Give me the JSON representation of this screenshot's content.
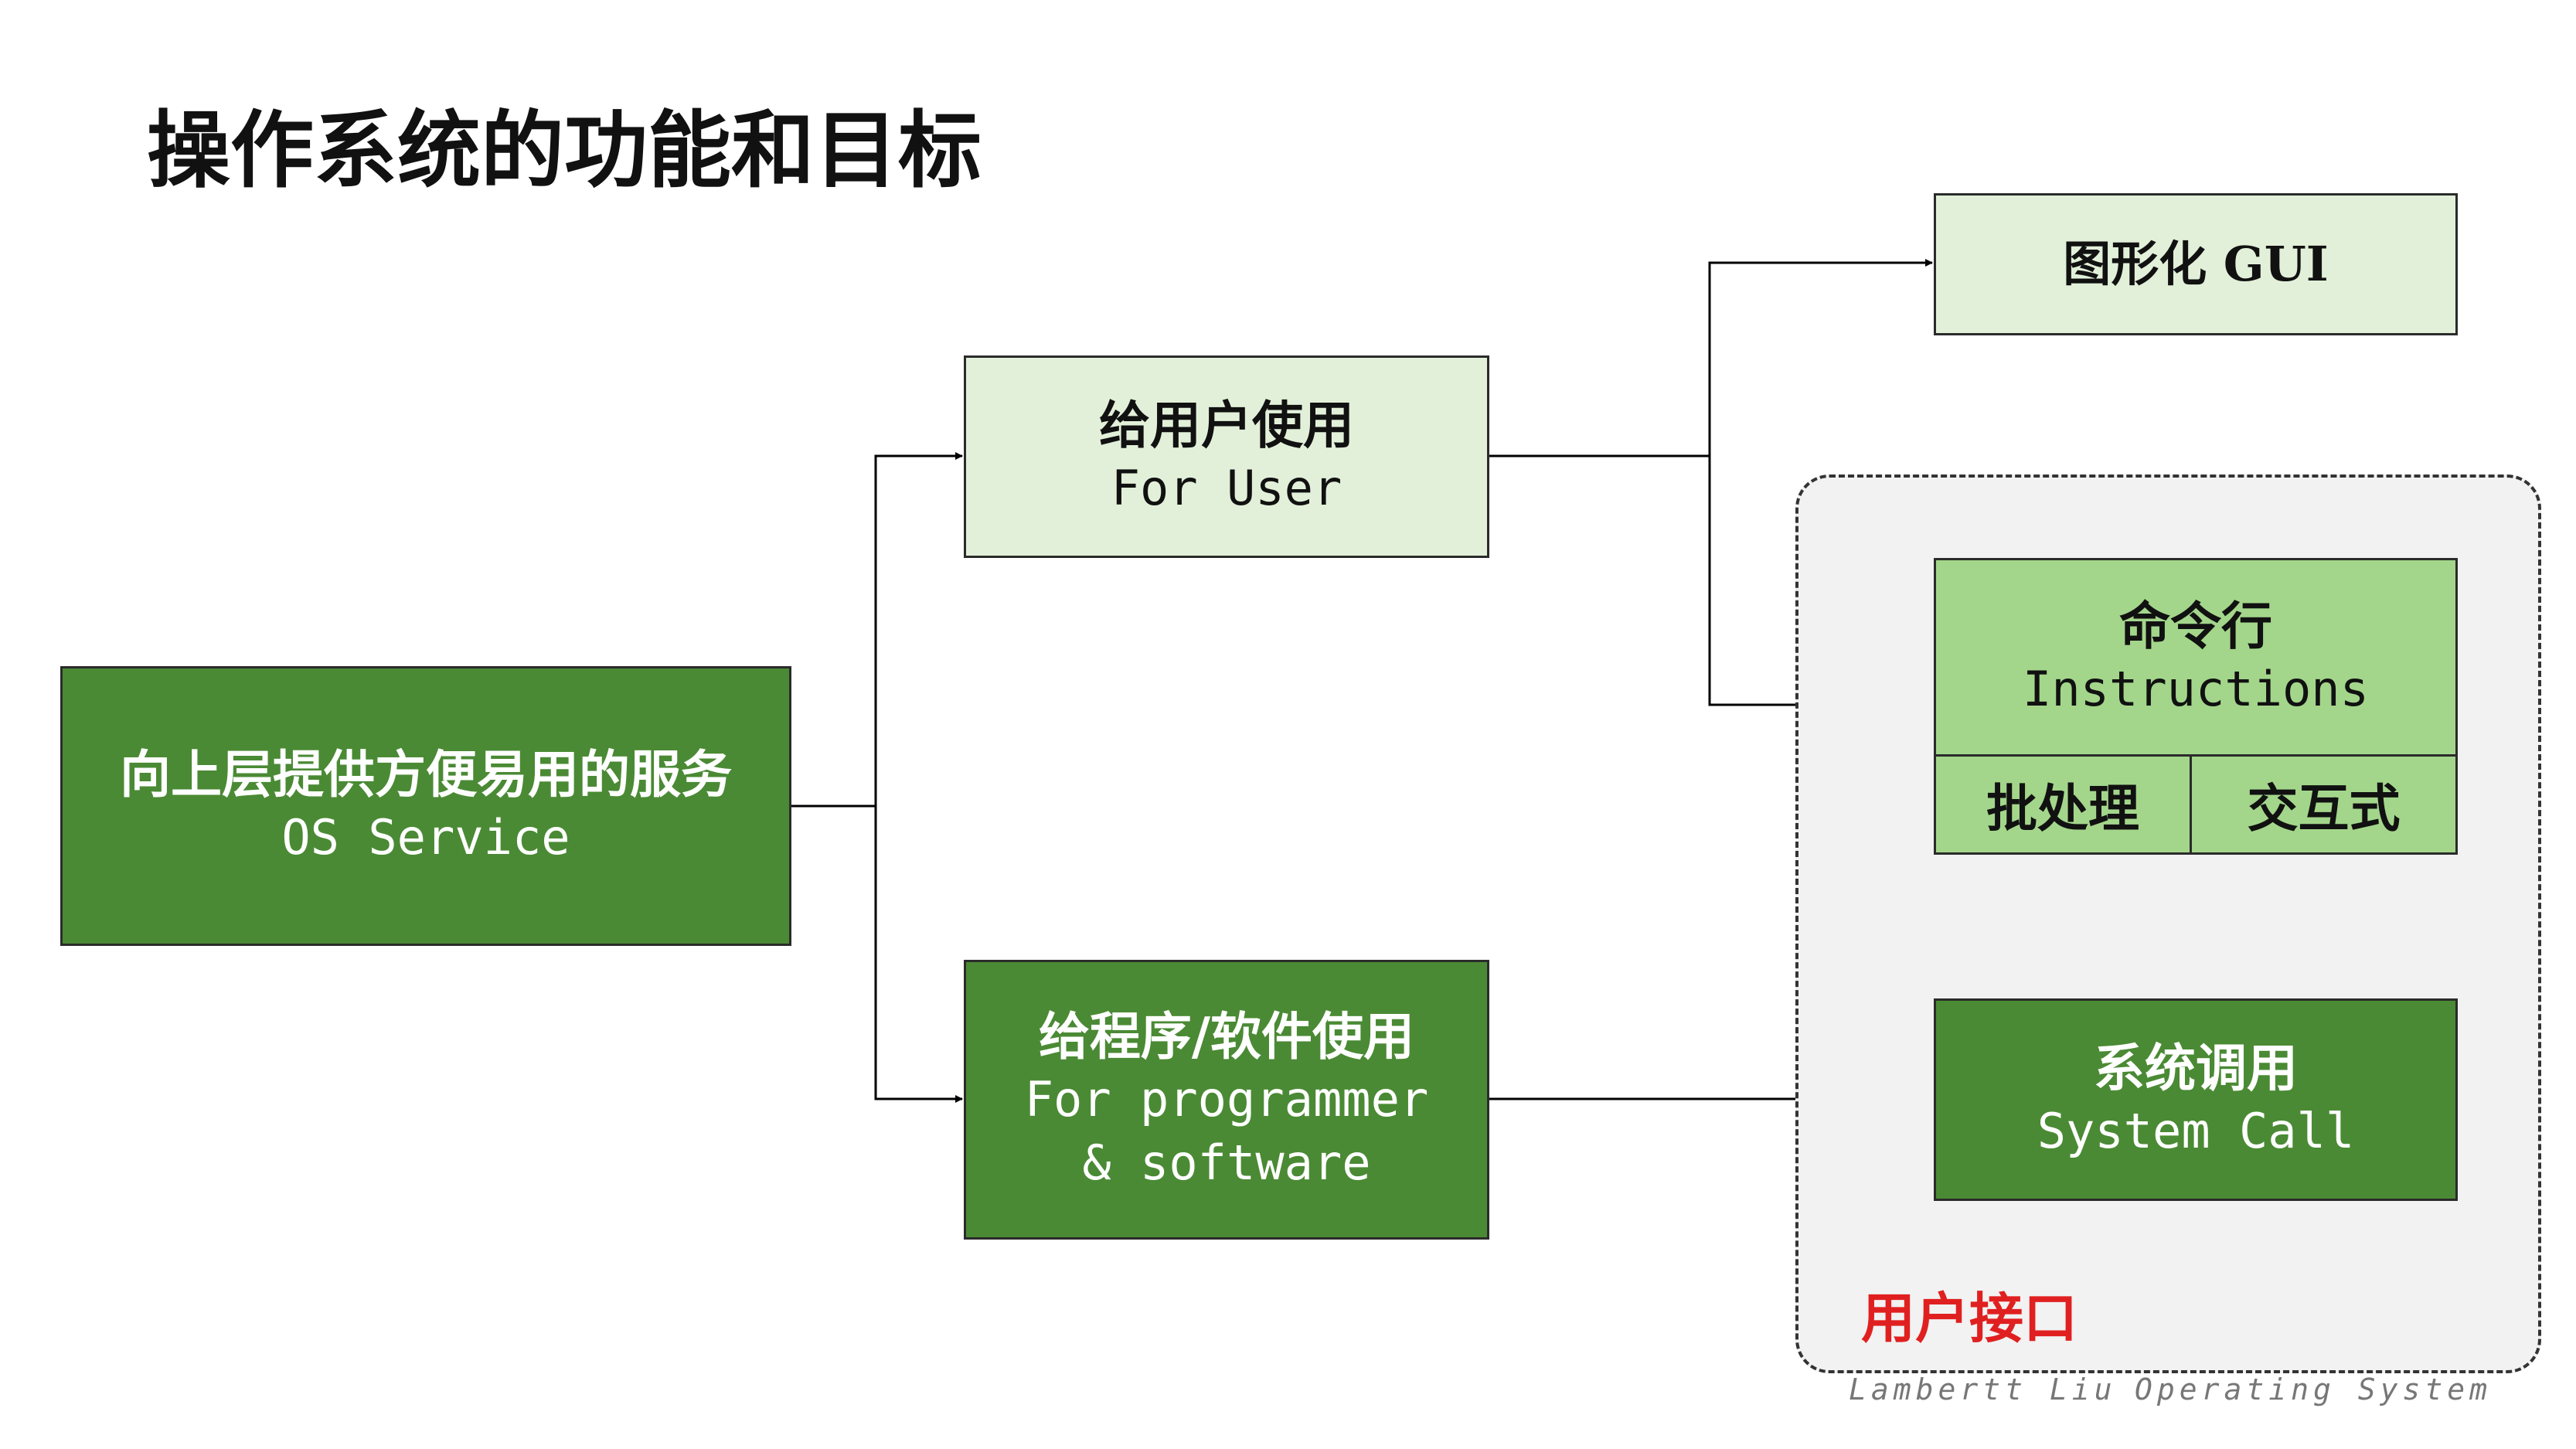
{
  "title": "操作系统的功能和目标",
  "nodes": {
    "os_service": {
      "cn": "向上层提供方便易用的服务",
      "en": "OS Service"
    },
    "for_user": {
      "cn": "给用户使用",
      "en": "For User"
    },
    "for_programmer": {
      "cn": "给程序/软件使用",
      "en1": "For programmer",
      "en2": "& software"
    },
    "gui": {
      "label": "图形化 GUI"
    },
    "instructions": {
      "cn": "命令行",
      "en": "Instructions",
      "batch": "批处理",
      "interactive": "交互式"
    },
    "system_call": {
      "cn": "系统调用",
      "en": "System Call"
    }
  },
  "group": {
    "label": "用户接口"
  },
  "footer": {
    "author": "Lambertt Liu",
    "course": "Operating System"
  },
  "colors": {
    "light_green": "#e2f0d9",
    "mid_green": "#a3d68b",
    "dark_green": "#4a8a34",
    "group_bg": "#f2f2f2",
    "group_label": "#e02020"
  }
}
